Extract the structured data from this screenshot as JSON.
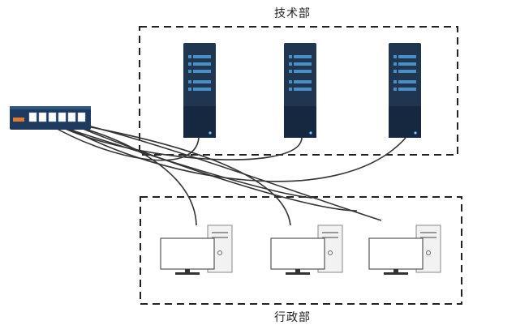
{
  "groups": {
    "tech": {
      "label": "技术部"
    },
    "admin": {
      "label": "行政部"
    }
  },
  "devices": {
    "switch": {
      "icon": "network-switch-icon",
      "ports": 6
    },
    "servers": [
      {
        "icon": "server-icon"
      },
      {
        "icon": "server-icon"
      },
      {
        "icon": "server-icon"
      }
    ],
    "computers": [
      {
        "icon": "desktop-computer-icon"
      },
      {
        "icon": "desktop-computer-icon"
      },
      {
        "icon": "desktop-computer-icon"
      }
    ]
  },
  "colors": {
    "server_body": "#1f3550",
    "server_led": "#4a90c8",
    "switch_body": "#1e3a5f",
    "switch_accent": "#e07a2e",
    "cable": "#333333",
    "dashed_border": "#222222"
  }
}
